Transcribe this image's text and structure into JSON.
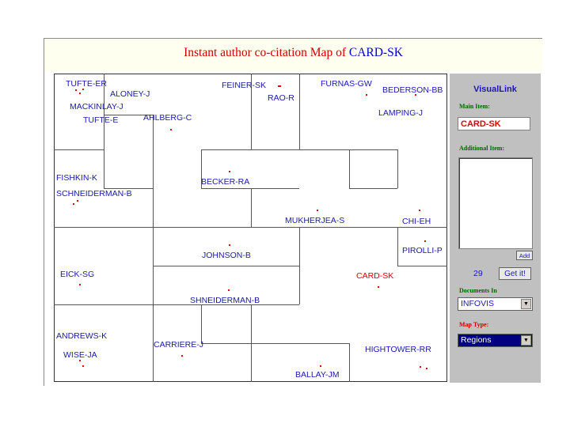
{
  "title": {
    "prefix": "Instant author co-citation Map of ",
    "highlight": "CARD-SK"
  },
  "map": {
    "labels": [
      {
        "text": "TUFTE-ER"
      },
      {
        "text": "ALONEY-J"
      },
      {
        "text": "MACKINLAY-J"
      },
      {
        "text": "TUFTE-E"
      },
      {
        "text": "AHLBERG-C"
      },
      {
        "text": "FEINER-SK"
      },
      {
        "text": "RAO-R"
      },
      {
        "text": "FURNAS-GW"
      },
      {
        "text": "BEDERSON-BB"
      },
      {
        "text": "LAMPING-J"
      },
      {
        "text": "FISHKIN-K"
      },
      {
        "text": "SCHNEIDERMAN-B"
      },
      {
        "text": "BECKER-RA"
      },
      {
        "text": "MUKHERJEA-S"
      },
      {
        "text": "CHI-EH"
      },
      {
        "text": "PIROLLI-P"
      },
      {
        "text": "JOHNSON-B"
      },
      {
        "text": "EICK-SG"
      },
      {
        "text": "CARD-SK",
        "highlight": true
      },
      {
        "text": "SHNEIDERMAN-B"
      },
      {
        "text": "ANDREWS-K"
      },
      {
        "text": "WISE-JA"
      },
      {
        "text": "CARRIERE-J"
      },
      {
        "text": "HIGHTOWER-RR"
      },
      {
        "text": "BALLAY-JM"
      }
    ]
  },
  "panel": {
    "title": "VisualLink",
    "main_item_label": "Main Item:",
    "main_item_value": "CARD-SK",
    "additional_items_label": "Additional Item:",
    "add_button": "Add",
    "document_count": "29",
    "get_button": "Get it!",
    "documents_in_label": "Documents In",
    "documents_in_value": "INFOVIS",
    "map_type_label": "Map Type:",
    "map_type_value": "Regions"
  },
  "colors": {
    "author_label": "#1a1aa8",
    "highlight": "#e00000",
    "panel_bg": "#c0c0c0",
    "title_bar_bg": "#fffff0"
  }
}
